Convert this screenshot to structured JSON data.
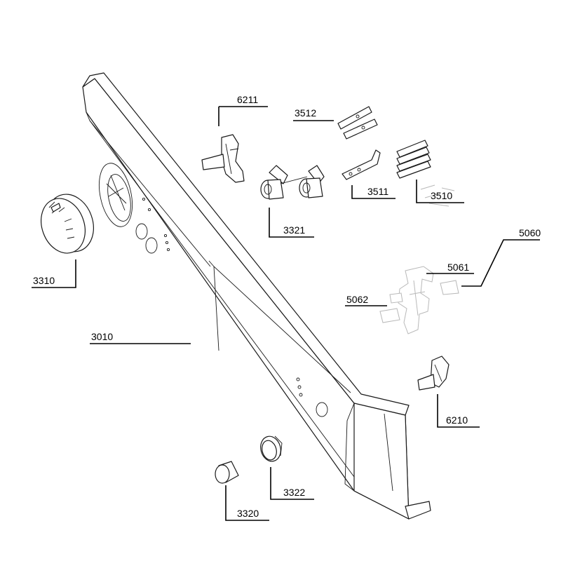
{
  "callouts": [
    {
      "id": "label-3010",
      "text": "3010"
    },
    {
      "id": "label-3310",
      "text": "3310"
    },
    {
      "id": "label-6211",
      "text": "6211"
    },
    {
      "id": "label-3512",
      "text": "3512"
    },
    {
      "id": "label-3511",
      "text": "3511"
    },
    {
      "id": "label-3510",
      "text": "3510"
    },
    {
      "id": "label-3321",
      "text": "3321"
    },
    {
      "id": "label-5060",
      "text": "5060"
    },
    {
      "id": "label-5061",
      "text": "5061"
    },
    {
      "id": "label-5062",
      "text": "5062"
    },
    {
      "id": "label-6210",
      "text": "6210"
    },
    {
      "id": "label-3322",
      "text": "3322"
    },
    {
      "id": "label-3320",
      "text": "3320"
    }
  ]
}
